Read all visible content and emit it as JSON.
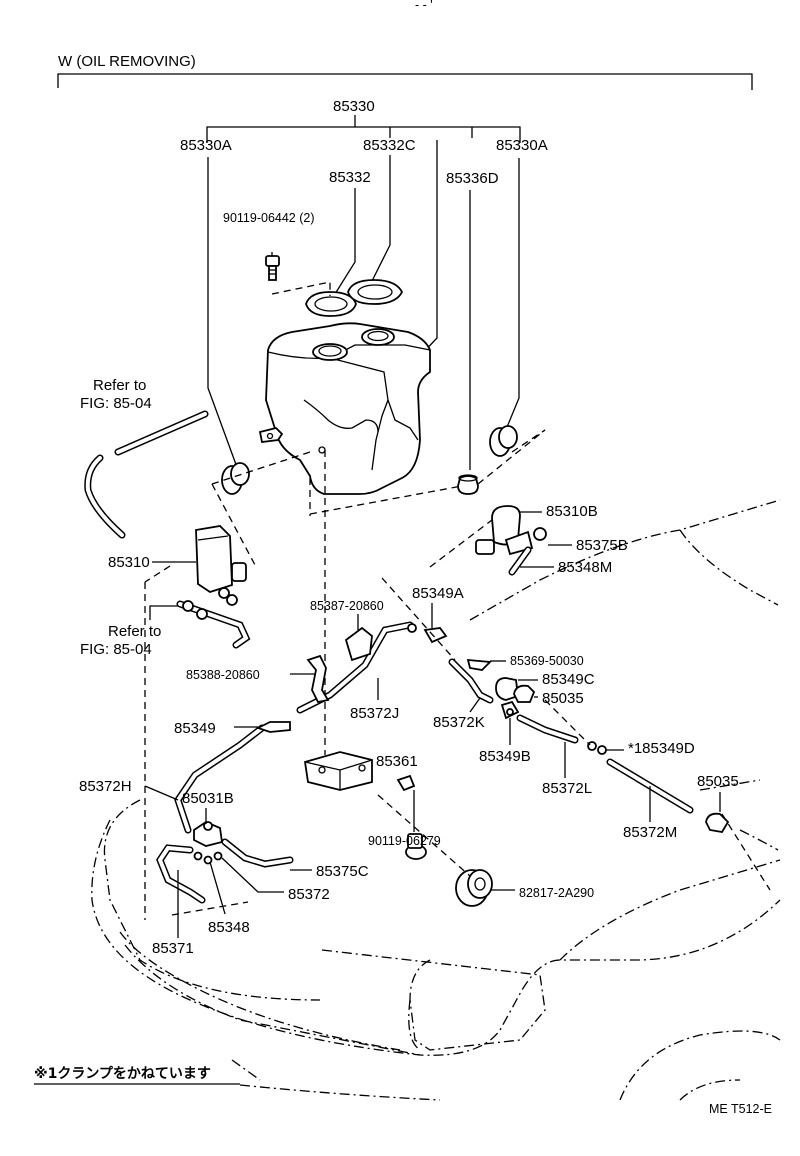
{
  "title": "W (OIL REMOVING)",
  "figure_id": "ME T512-E",
  "note": "※1クランプをかねています",
  "labels": {
    "p85330": "85330",
    "p85330A_left": "85330A",
    "p85332C": "85332C",
    "p85330A_right": "85330A",
    "p85332": "85332",
    "p85336D": "85336D",
    "p90119_06442": "90119-06442 (2)",
    "refer1a": "Refer to",
    "refer1b": "FIG: 85-04",
    "p85310B": "85310B",
    "p85310": "85310",
    "p85375B": "85375B",
    "p85348M": "85348M",
    "refer2a": "Refer to",
    "refer2b": "FIG: 85-04",
    "p85387_20860": "85387-20860",
    "p85349A": "85349A",
    "p85369_50030": "85369-50030",
    "p85388_20860": "85388-20860",
    "p85349C": "85349C",
    "p85035a": "85035",
    "p85372J": "85372J",
    "p85372K": "85372K",
    "p85349": "85349",
    "p85349B": "85349B",
    "p185349D": "*185349D",
    "p85361": "85361",
    "p85372H": "85372H",
    "p85372L": "85372L",
    "p85035b": "85035",
    "p85031B": "85031B",
    "p85372M": "85372M",
    "p90119_06279": "90119-06279",
    "p85375C": "85375C",
    "p85372": "85372",
    "p82817_2A290": "82817-2A290",
    "p85348": "85348",
    "p85371": "85371"
  }
}
